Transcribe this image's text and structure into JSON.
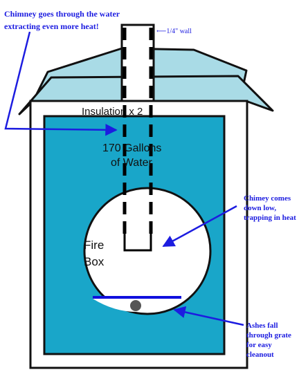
{
  "diagram": {
    "annotations": {
      "chimney_water_line1": "Chimney goes through the water",
      "chimney_water_line2": "extracting even more heat!",
      "wall_thickness": "⟵1/4\" wall",
      "chimney_low_line1": "Chimey comes",
      "chimney_low_line2": "down low,",
      "chimney_low_line3": "trapping in heat",
      "ashes_line1": "Ashes fall",
      "ashes_line2": "through grate",
      "ashes_line3": "for easy",
      "ashes_line4": "cleanout"
    },
    "labels": {
      "insulation": "Insulation x 2",
      "water_line1": "170 Gallons",
      "water_line2": "of Water",
      "firebox_line1": "Fire",
      "firebox_line2": "Box"
    },
    "colors": {
      "water": "#19a6c9",
      "roof": "#a9dbe6",
      "arrow": "#1c1ce0",
      "grate": "#1010dd",
      "outline": "#111111",
      "ash": "#555555"
    }
  }
}
